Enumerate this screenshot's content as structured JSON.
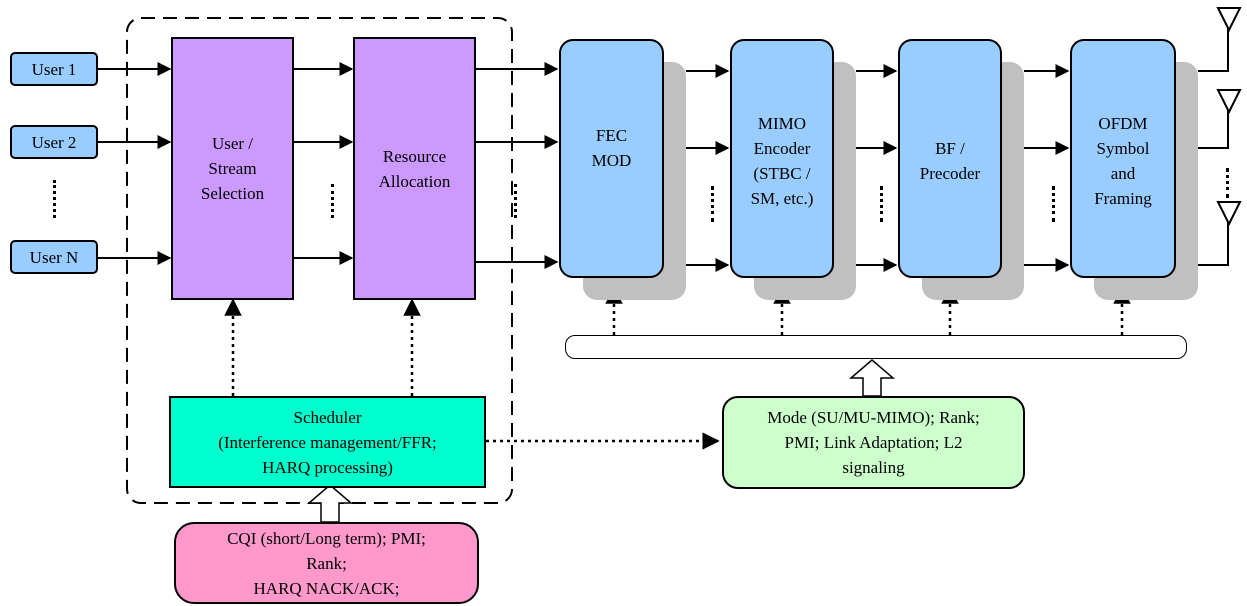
{
  "users": [
    "User 1",
    "User 2",
    "User N"
  ],
  "stream_selection": [
    "User /",
    "Stream",
    "Selection"
  ],
  "resource_allocation": [
    "Resource",
    "Allocation"
  ],
  "fec_mod": [
    "FEC",
    "MOD"
  ],
  "mimo_encoder": [
    "MIMO",
    "Encoder",
    "(STBC /",
    "SM, etc.)"
  ],
  "bf_precoder": [
    "BF /",
    "Precoder"
  ],
  "ofdm": [
    "OFDM",
    "Symbol",
    "and",
    "Framing"
  ],
  "scheduler": [
    "Scheduler",
    "(Interference management/FFR;",
    "HARQ processing)"
  ],
  "mode_box": [
    "Mode (SU/MU-MIMO); Rank;",
    "PMI; Link Adaptation; L2",
    "signaling"
  ],
  "cqi_box": [
    "CQI (short/Long term); PMI;",
    "Rank;",
    "HARQ NACK/ACK;"
  ],
  "colors": {
    "user_box": "#99ccff",
    "selection_boxes": "#cc99ff",
    "processing_boxes": "#99ccff",
    "processing_shadow": "#c0c0c0",
    "scheduler": "#00ffcc",
    "mode_box": "#ccffcc",
    "cqi_box": "#ff99cc"
  }
}
